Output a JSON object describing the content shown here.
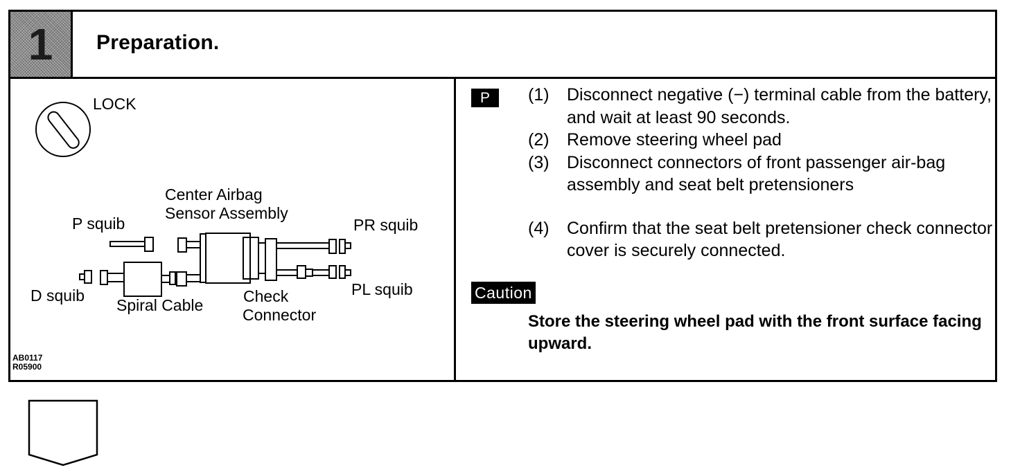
{
  "header": {
    "step_number": "1",
    "title": "Preparation."
  },
  "diagram": {
    "lock_label": "LOCK",
    "center_airbag_line1": "Center Airbag",
    "center_airbag_line2": "Sensor Assembly",
    "p_squib": "P squib",
    "pr_squib": "PR squib",
    "d_squib": "D squib",
    "pl_squib": "PL squib",
    "spiral_cable": "Spiral Cable",
    "check_connector_line1": "Check",
    "check_connector_line2": "Connector",
    "codes": [
      "AB0117",
      "R05900"
    ]
  },
  "procedure": {
    "badge": "P",
    "steps": [
      {
        "num": "(1)",
        "text": "Disconnect negative (−) terminal cable from the battery, and wait at least 90 seconds."
      },
      {
        "num": "(2)",
        "text": "Remove steering wheel pad"
      },
      {
        "num": "(3)",
        "text": "Disconnect connectors of front passenger air-bag assembly and seat belt pretensioners"
      },
      {
        "num": "(4)",
        "text": "Confirm that the seat belt pretensioner check connector cover is securely connected."
      }
    ]
  },
  "caution": {
    "badge": "Caution",
    "text": "Store the steering wheel pad with the front surface facing upward."
  }
}
